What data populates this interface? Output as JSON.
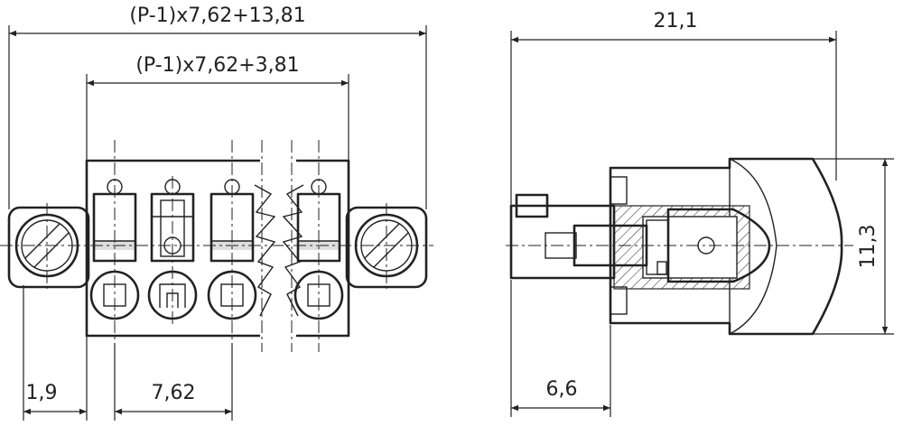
{
  "dimensions": {
    "overall_length": "(P-1)x7,62+13,81",
    "pitch_span": "(P-1)x7,62+3,81",
    "flange_offset": "1,9",
    "pitch": "7,62",
    "side_length": "21,1",
    "side_height": "11,3",
    "pin_length": "6,6"
  }
}
